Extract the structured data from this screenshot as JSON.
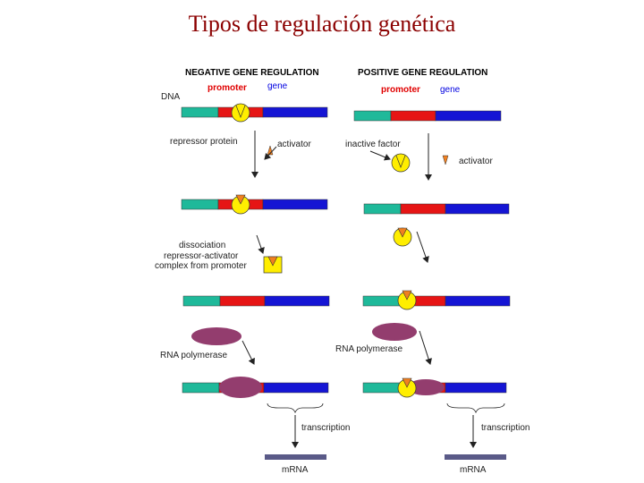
{
  "title": "Tipos de regulación genética",
  "negative": {
    "header": "NEGATIVE GENE REGULATION",
    "promoter": "promoter",
    "gene": "gene",
    "dna": "DNA",
    "repressor": "repressor protein",
    "activator": "activator",
    "dissociation": [
      "dissociation",
      "repressor-activator",
      "complex from promoter"
    ],
    "rna_polymerase": "RNA polymerase",
    "transcription": "transcription",
    "mrna": "mRNA"
  },
  "positive": {
    "header": "POSITIVE GENE REGULATION",
    "promoter": "promoter",
    "gene": "gene",
    "inactive_factor": "inactive factor",
    "activator": "activator",
    "rna_polymerase": "RNA polymerase",
    "transcription": "transcription",
    "mrna": "mRNA"
  },
  "colors": {
    "title": "#8b0000",
    "upstream": "#1fb99a",
    "promoter": "#e61515",
    "gene": "#1515d4",
    "protein": "#ffee00",
    "activator": "#f08020",
    "polymerase": "#933d6e",
    "mrna": "#5a5a88"
  }
}
